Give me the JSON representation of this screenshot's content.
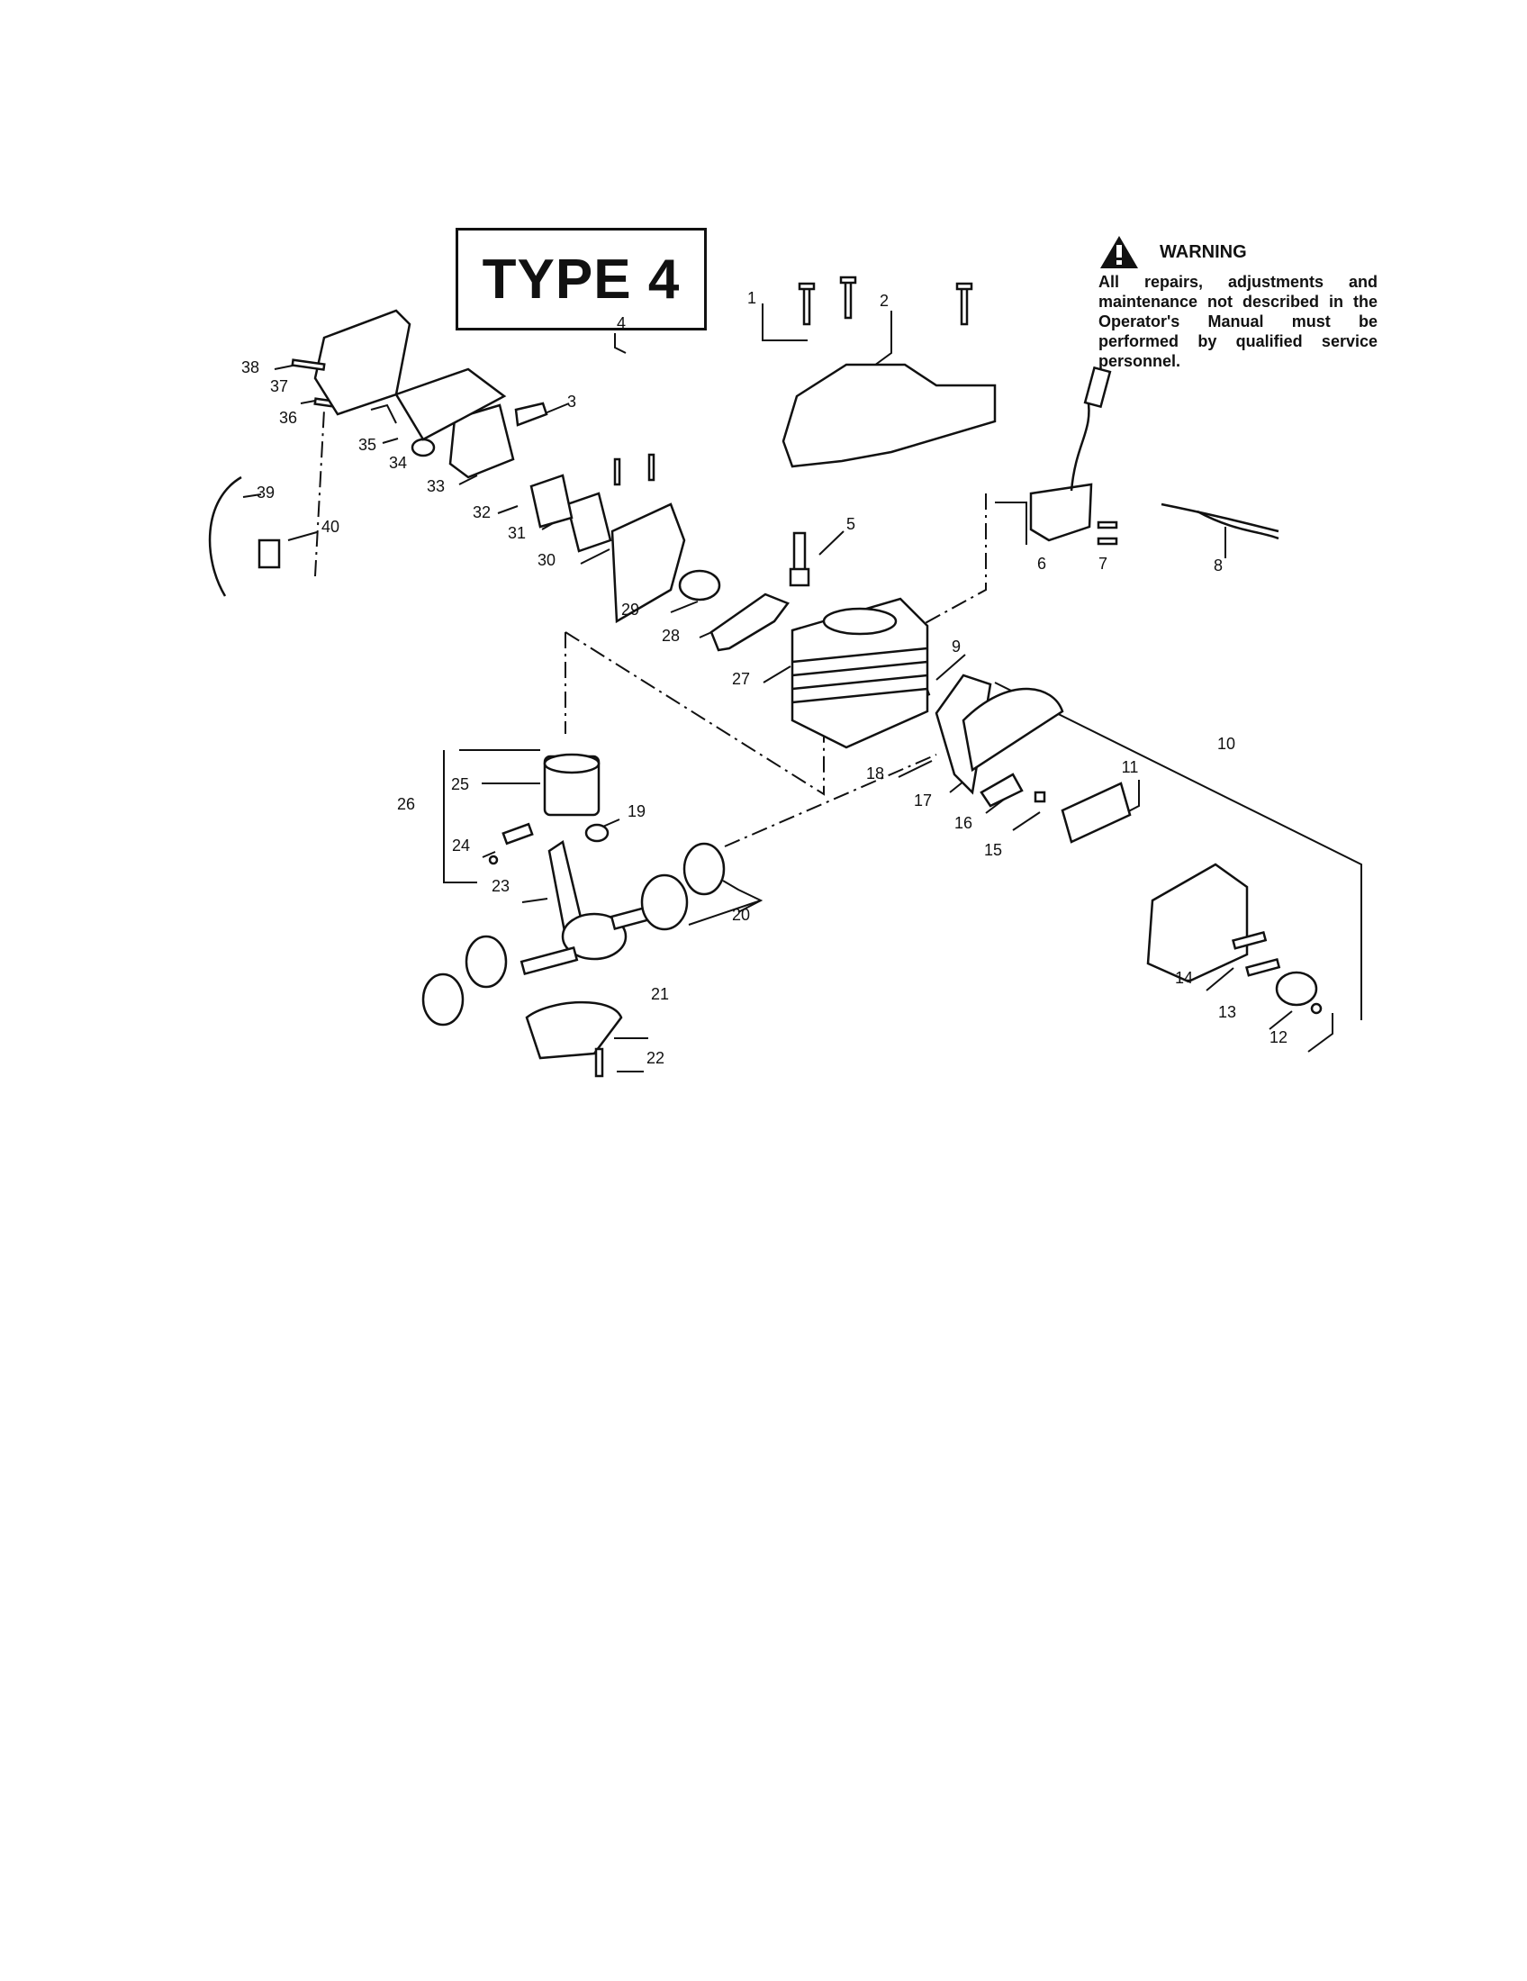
{
  "type_box": {
    "label": "TYPE 4"
  },
  "warning": {
    "icon": "warning-triangle-icon",
    "heading": "WARNING",
    "text": "All repairs, adjustments and maintenance not described in the Operator's Manual must be performed by qualified service personnel."
  },
  "callouts": [
    "1",
    "2",
    "3",
    "4",
    "5",
    "6",
    "7",
    "8",
    "9",
    "10",
    "11",
    "12",
    "13",
    "14",
    "15",
    "16",
    "17",
    "18",
    "19",
    "20",
    "21",
    "22",
    "23",
    "24",
    "25",
    "26",
    "27",
    "28",
    "29",
    "30",
    "31",
    "32",
    "33",
    "34",
    "35",
    "36",
    "37",
    "38",
    "39",
    "40"
  ]
}
